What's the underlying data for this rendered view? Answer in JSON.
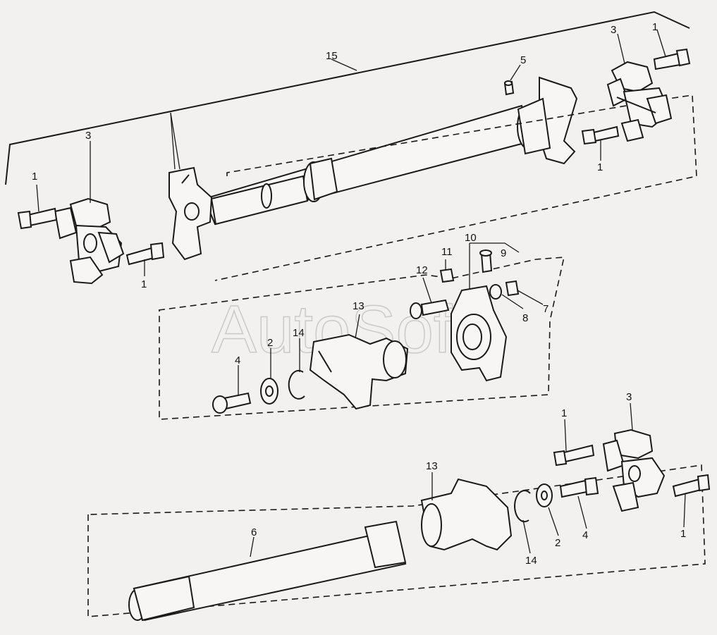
{
  "watermark": "AutoSoft",
  "callouts": {
    "n15": "15",
    "n5": "5",
    "n3_top": "3",
    "n1_top": "1",
    "n1_topright": "1",
    "n3_left": "3",
    "n1_left_top": "1",
    "n1_left_bottom": "1",
    "n11": "11",
    "n10": "10",
    "n9": "9",
    "n12": "12",
    "n7": "7",
    "n8": "8",
    "n13_mid": "13",
    "n14_mid": "14",
    "n2_mid": "2",
    "n4_mid": "4",
    "n3_bottom": "3",
    "n1_bottom_top": "1",
    "n13_bottom": "13",
    "n6": "6",
    "n14_bottom": "14",
    "n2_bottom": "2",
    "n4_bottom": "4",
    "n1_bottom_right": "1"
  }
}
